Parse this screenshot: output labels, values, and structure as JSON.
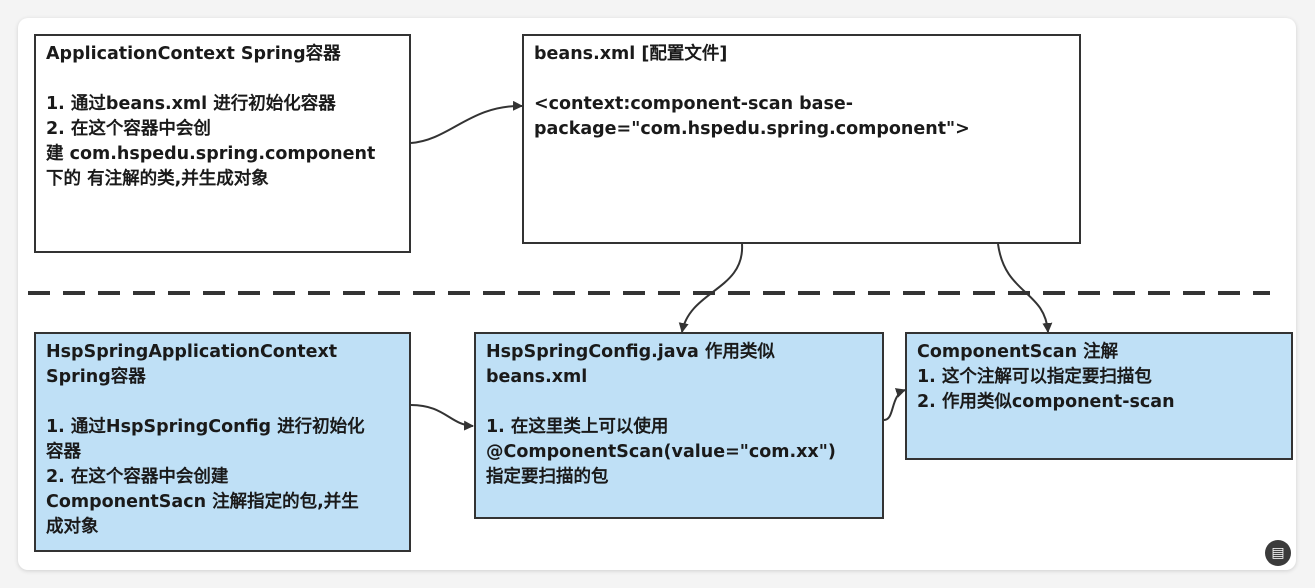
{
  "boxes": {
    "app_context": {
      "text": "ApplicationContext Spring容器\n\n1. 通过beans.xml 进行初始化容器\n2. 在这个容器中会创\n建 com.hspedu.spring.component\n下的 有注解的类,并生成对象"
    },
    "beans_xml": {
      "text": "beans.xml [配置文件]\n\n<context:component-scan base-\npackage=\"com.hspedu.spring.component\">"
    },
    "hsp_app_context": {
      "text": "HspSpringApplicationContext\nSpring容器\n\n1. 通过HspSpringConfig 进行初始化\n容器\n2. 在这个容器中会创建\nComponentSacn 注解指定的包,并生\n成对象"
    },
    "hsp_config": {
      "text": "HspSpringConfig.java 作用类似\nbeans.xml\n\n1. 在这里类上可以使用\n@ComponentScan(value=\"com.xx\")\n指定要扫描的包"
    },
    "component_scan": {
      "text": "ComponentScan 注解\n1. 这个注解可以指定要扫描包\n2. 作用类似component-scan"
    }
  },
  "colors": {
    "blue_fill": "#bfe0f6",
    "border": "#333333"
  },
  "icons": {
    "corner": "chat-bubble-icon"
  }
}
